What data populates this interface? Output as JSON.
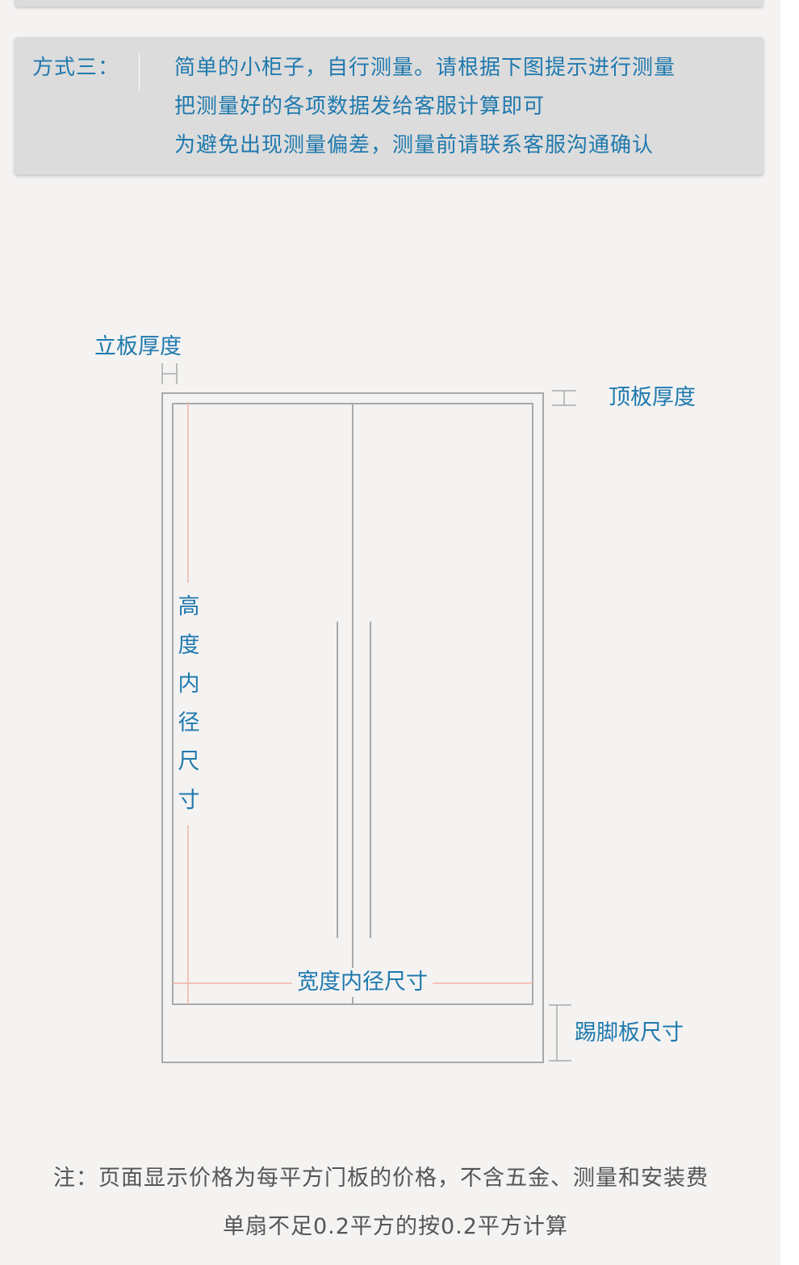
{
  "method_card": {
    "label": "方式三：",
    "lines": [
      "简单的小柜子，自行测量。请根据下图提示进行测量",
      "把测量好的各项数据发给客服计算即可",
      "为避免出现测量偏差，测量前请联系客服沟通确认"
    ]
  },
  "diagram": {
    "side_panel_thickness": "立板厚度",
    "top_panel_thickness": "顶板厚度",
    "inner_height_chars": [
      "高",
      "度",
      "内",
      "径",
      "尺",
      "寸"
    ],
    "inner_width": "宽度内径尺寸",
    "kickboard_size": "踢脚板尺寸"
  },
  "notes": {
    "line1": "注：页面显示价格为每平方门板的价格，不含五金、测量和安装费",
    "line2": "单扇不足0.2平方的按0.2平方计算"
  },
  "colors": {
    "accent_text": "#1f79ae",
    "outline": "#a9a9a9",
    "measure_line": "#f0b3a6",
    "note_text": "#555555"
  }
}
